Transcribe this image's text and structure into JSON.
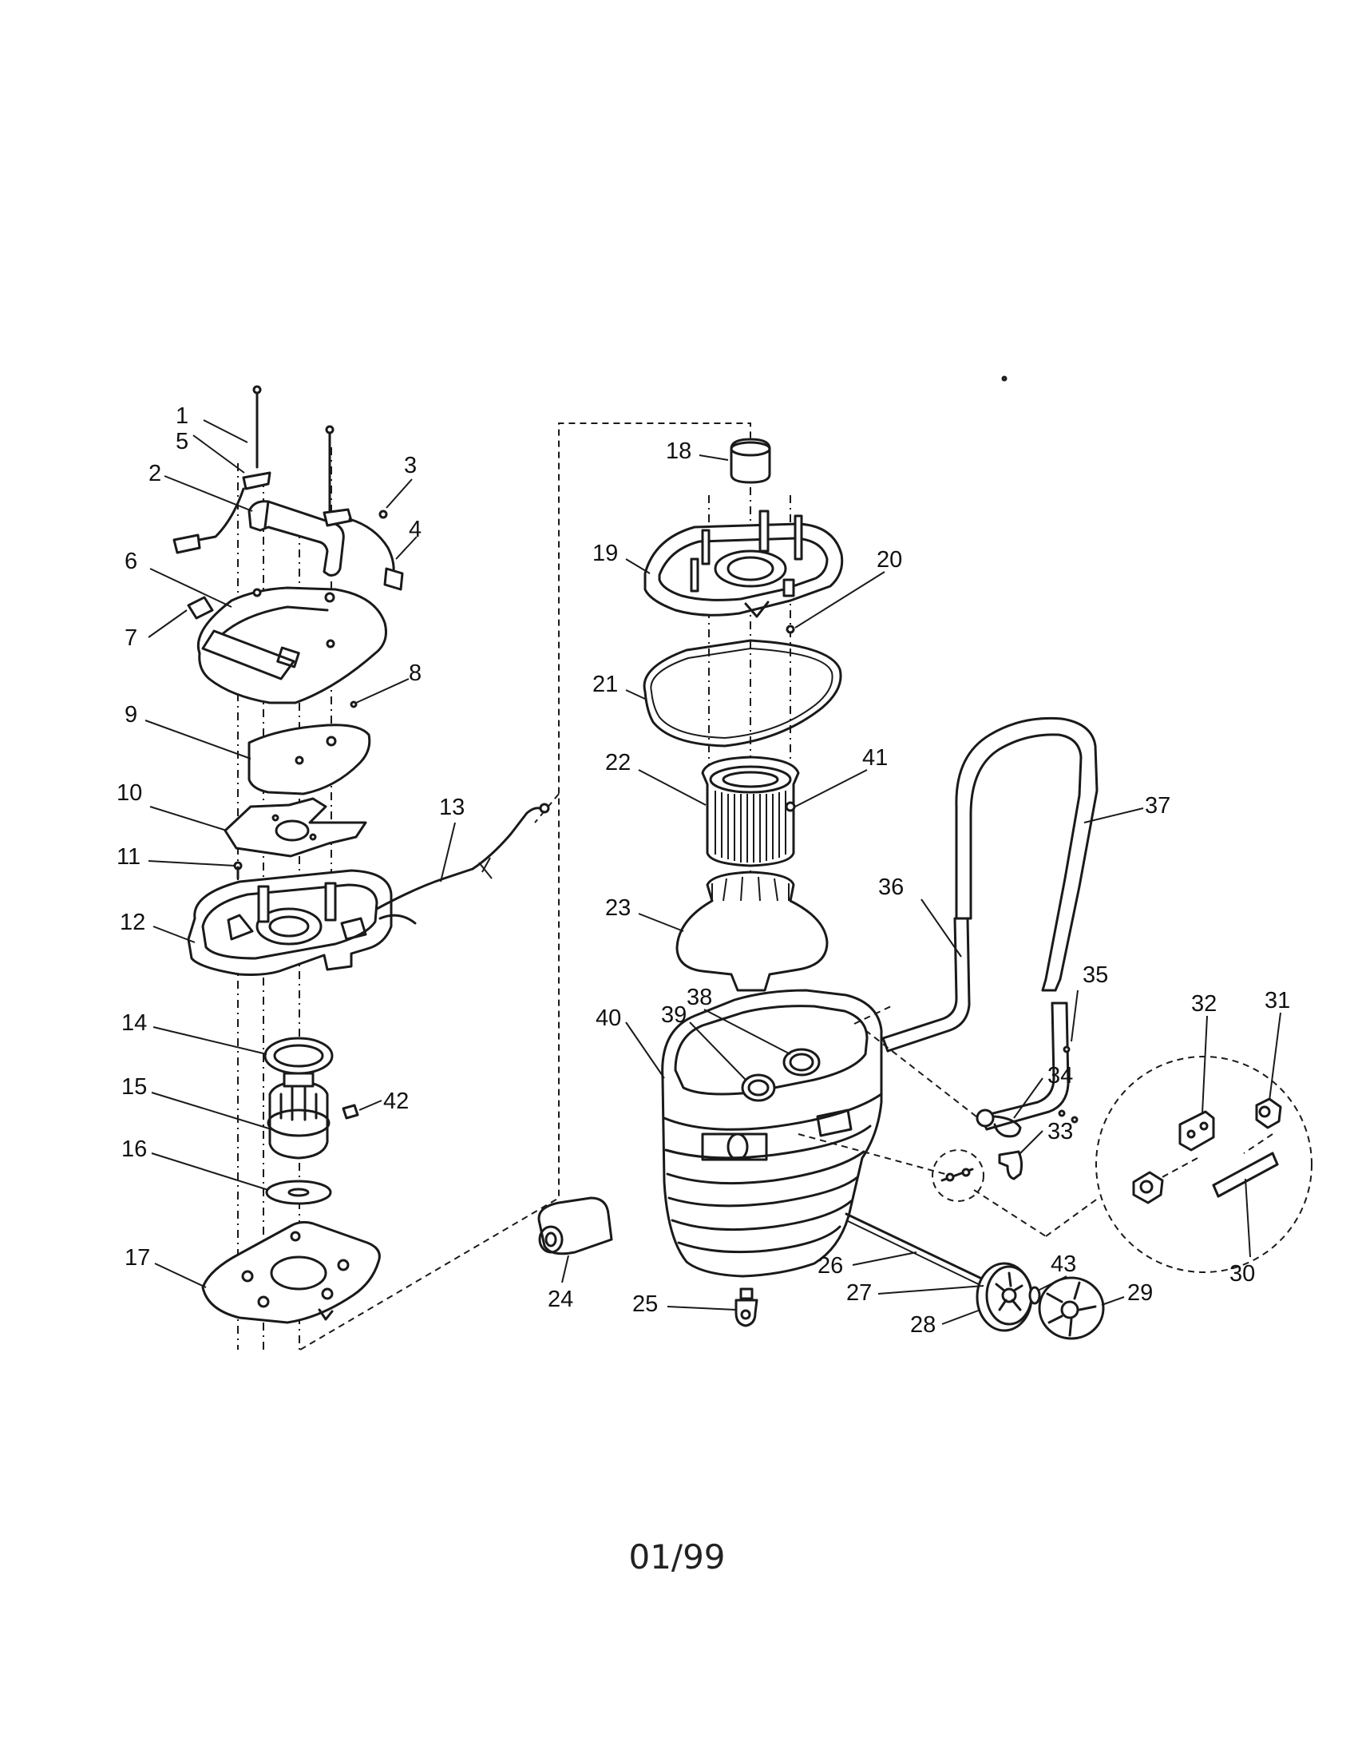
{
  "diagram": {
    "callouts": [
      "1",
      "2",
      "3",
      "4",
      "5",
      "6",
      "7",
      "8",
      "9",
      "10",
      "11",
      "12",
      "13",
      "14",
      "15",
      "16",
      "17",
      "18",
      "19",
      "20",
      "21",
      "22",
      "23",
      "24",
      "25",
      "26",
      "27",
      "28",
      "29",
      "30",
      "31",
      "32",
      "33",
      "34",
      "35",
      "36",
      "37",
      "38",
      "39",
      "40",
      "41",
      "42",
      "43"
    ],
    "footer_code": "01/99"
  }
}
